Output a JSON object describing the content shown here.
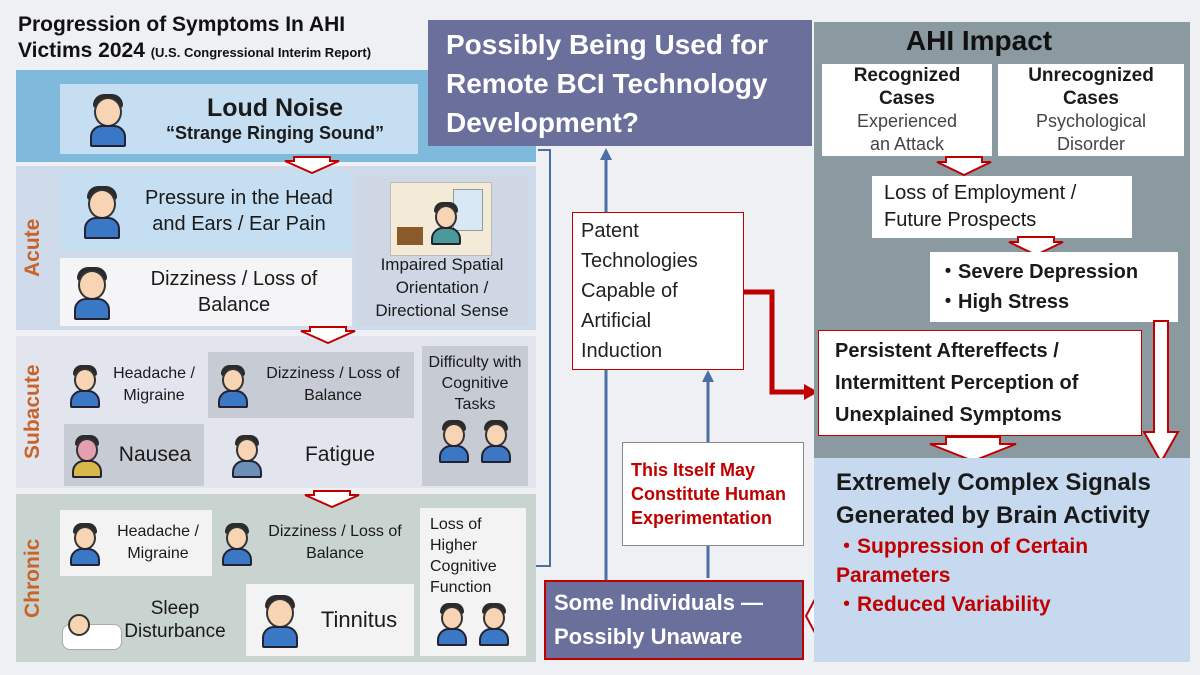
{
  "header": {
    "title_line1": "Progression of Symptoms In AHI",
    "title_line2": "Victims 2024",
    "subtitle": "(U.S. Congressional Interim Report)"
  },
  "loud_noise": {
    "title": "Loud Noise",
    "subtitle": "“Strange Ringing Sound”"
  },
  "stages": {
    "acute": "Acute",
    "subacute": "Subacute",
    "chronic": "Chronic"
  },
  "acute": {
    "pressure": "Pressure in the Head and Ears / Ear Pain",
    "dizziness": "Dizziness / Loss of Balance",
    "spatial": "Impaired Spatial Orientation / Directional Sense"
  },
  "subacute": {
    "headache": "Headache / Migraine",
    "dizziness": "Dizziness / Loss of Balance",
    "cognitive": "Difficulty with Cognitive Tasks",
    "nausea": "Nausea",
    "fatigue": "Fatigue"
  },
  "chronic": {
    "headache": "Headache / Migraine",
    "dizziness": "Dizziness / Loss of Balance",
    "higher": "Loss of Higher Cognitive Function",
    "sleep": "Sleep Disturbance",
    "tinnitus": "Tinnitus"
  },
  "bci": {
    "text": "Possibly Being Used for Remote BCI Technology Development?"
  },
  "patent": {
    "text": "Patent Technologies Capable of Artificial Induction"
  },
  "experiment": {
    "text": "This Itself May Constitute Human Experimentation"
  },
  "unaware": {
    "text": "Some Individuals — Possibly Unaware"
  },
  "impact": {
    "title": "AHI Impact",
    "recognized_title": "Recognized Cases",
    "recognized_sub": "Experienced an Attack",
    "unrecognized_title": "Unrecognized Cases",
    "unrecognized_sub": "Psychological Disorder",
    "employment": "Loss of Employment / Future Prospects",
    "depression": "・Severe Depression",
    "stress": "・High Stress",
    "aftereffects": "Persistent Aftereffects / Intermittent Perception of Unexplained Symptoms"
  },
  "signals": {
    "title": "Extremely Complex Signals Generated by Brain Activity",
    "item1": "・Suppression of Certain Parameters",
    "item2": "・Reduced Variability"
  },
  "colors": {
    "accent_red": "#c00000",
    "navy": "#6a6f9c",
    "impact_gray": "#8a9aa0",
    "signals_blue": "#c6d9ef",
    "stage_orange": "#c8642a"
  }
}
